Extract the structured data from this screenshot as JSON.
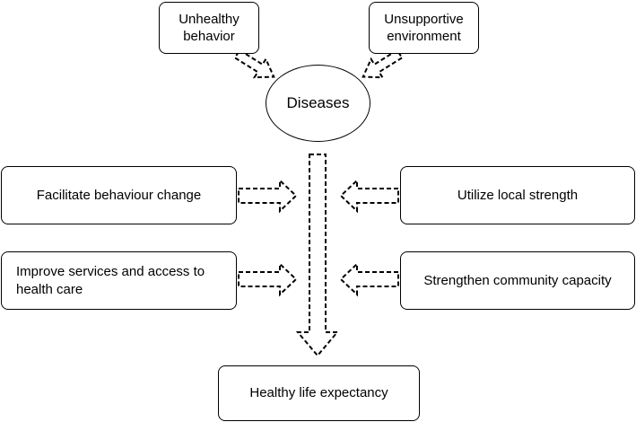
{
  "nodes": {
    "unhealthy_behavior": "Unhealthy\nbehavior",
    "unsupportive_environment": "Unsupportive\nenvironment",
    "diseases": "Diseases",
    "facilitate": "Facilitate behaviour change",
    "utilize": "Utilize local strength",
    "improve": "Improve services and access to\nhealth care",
    "strengthen": "Strengthen community capacity",
    "outcome": "Healthy life expectancy"
  }
}
